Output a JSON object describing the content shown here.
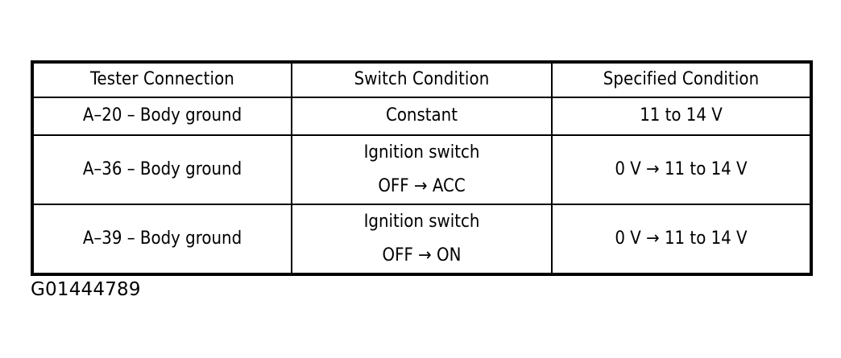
{
  "page": {
    "background_color": "#ffffff",
    "text_color": "#000000"
  },
  "table": {
    "border_color": "#000000",
    "headers": [
      "Tester Connection",
      "Switch Condition",
      "Specified Condition"
    ],
    "rows": [
      {
        "tester_connection": "A–20 – Body ground",
        "switch_condition_line1": "Constant",
        "switch_condition_line2": "",
        "specified_condition": "11 to 14 V"
      },
      {
        "tester_connection": "A–36 – Body ground",
        "switch_condition_line1": "Ignition switch",
        "switch_condition_line2": "OFF → ACC",
        "specified_condition": "0 V → 11 to 14 V"
      },
      {
        "tester_connection": "A–39 – Body ground",
        "switch_condition_line1": "Ignition switch",
        "switch_condition_line2": "OFF → ON",
        "specified_condition": "0 V → 11 to 14 V"
      }
    ]
  },
  "caption": {
    "text": "G01444789"
  }
}
